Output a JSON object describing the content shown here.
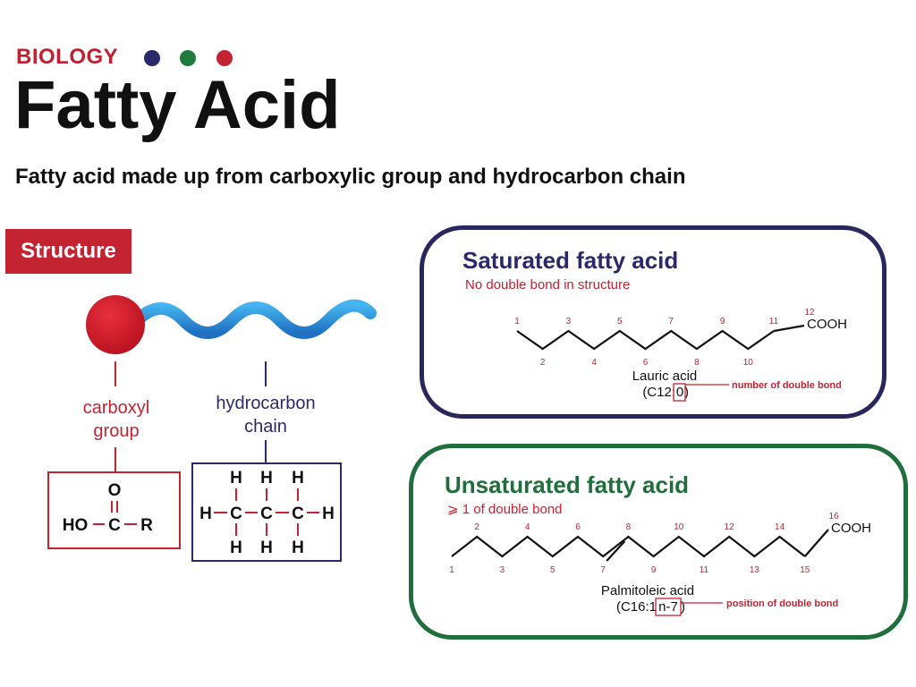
{
  "header": {
    "subject": "BIOLOGY",
    "dot_colors": [
      "#2a2a6a",
      "#1f7a3e",
      "#c42432"
    ],
    "title": "Fatty Acid",
    "subtitle": "Fatty acid made up from carboxylic group and hydrocarbon chain"
  },
  "structure": {
    "badge": "Structure",
    "carboxyl_label": [
      "carboxyl",
      "group"
    ],
    "hydrocarbon_label": [
      "hydrocarbon",
      "chain"
    ],
    "carboxyl_formula": {
      "top": "O",
      "left": "HO",
      "center": "C",
      "right": "R"
    },
    "hydrocarbon_formula": {
      "h": "H",
      "c": "C"
    }
  },
  "saturated": {
    "title": "Saturated fatty acid",
    "note": "No double bond in structure",
    "carbon_numbers": [
      "1",
      "2",
      "3",
      "4",
      "5",
      "6",
      "7",
      "8",
      "9",
      "10",
      "11",
      "12"
    ],
    "end_group": "COOH",
    "name": "Lauric acid",
    "notation_prefix": "(C12:",
    "notation_boxed": "0",
    "notation_suffix": ")",
    "annotation": "number of double bond"
  },
  "unsaturated": {
    "title": "Unsaturated fatty acid",
    "note": "⩾ 1 of double bond",
    "carbon_numbers": [
      "1",
      "2",
      "3",
      "4",
      "5",
      "6",
      "7",
      "8",
      "9",
      "10",
      "11",
      "12",
      "13",
      "14",
      "15",
      "16"
    ],
    "end_group": "COOH",
    "name": "Palmitoleic acid",
    "notation_prefix": "(C16:1 ",
    "notation_boxed": "n-7",
    "notation_suffix": ")",
    "annotation": "position of double bond"
  },
  "colors": {
    "red": "#c42432",
    "navy": "#2a2a6a",
    "green": "#1f6e3c",
    "chain_blue": "#2a8fd8"
  }
}
